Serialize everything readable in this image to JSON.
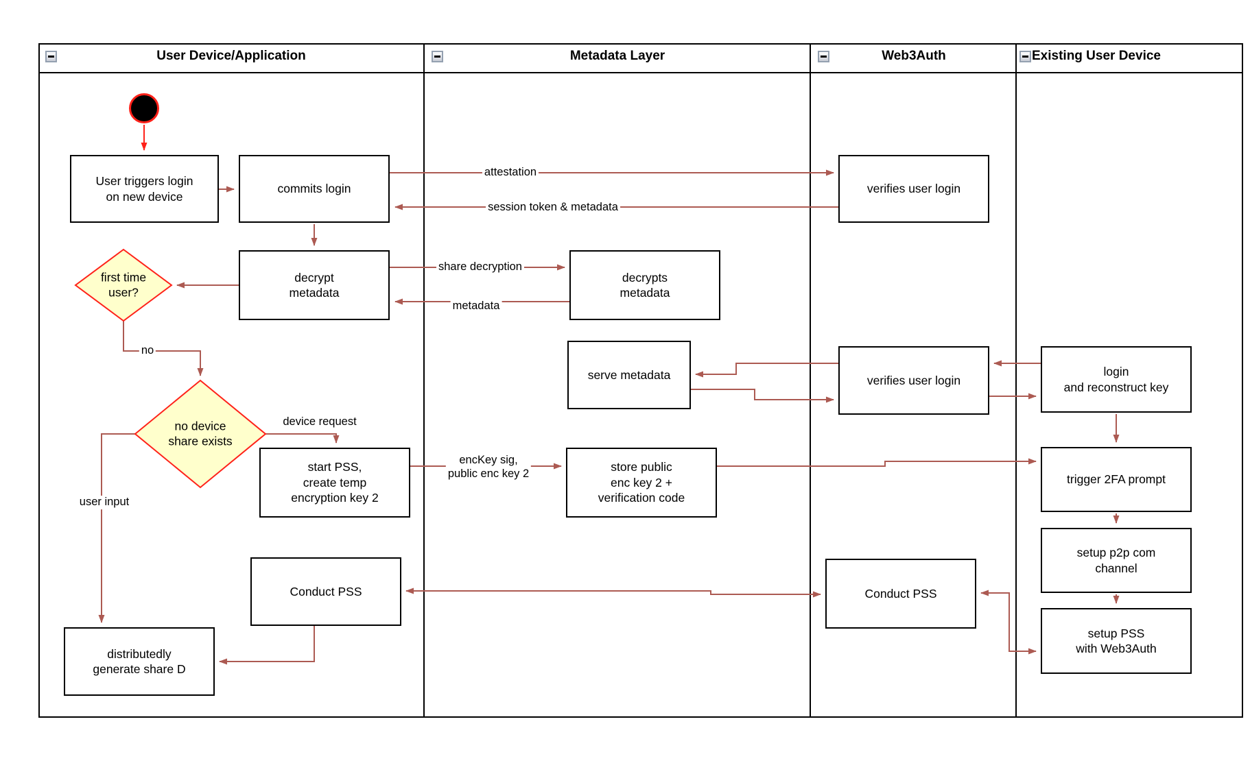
{
  "lanes": [
    {
      "label": "User Device/Application"
    },
    {
      "label": "Metadata Layer"
    },
    {
      "label": "Web3Auth"
    },
    {
      "label": "Existing User Device"
    }
  ],
  "nodes": {
    "user_triggers": {
      "label": "User triggers login\non new device"
    },
    "commits_login": {
      "label": "commits login"
    },
    "verifies_login_top": {
      "label": "verifies user login"
    },
    "decrypt_metadata": {
      "label": "decrypt\nmetadata"
    },
    "decrypts_metadata": {
      "label": "decrypts\nmetadata"
    },
    "first_time_user": {
      "label": "first time\nuser?"
    },
    "serve_metadata": {
      "label": "serve metadata"
    },
    "verifies_login_mid": {
      "label": "verifies user login"
    },
    "login_reconstruct": {
      "label": "login\nand reconstruct key"
    },
    "no_device_share": {
      "label": "no device\nshare exists"
    },
    "start_pss": {
      "label": "start PSS,\ncreate temp\nencryption key 2"
    },
    "store_public": {
      "label": "store public\nenc key 2 +\nverification code"
    },
    "trigger_2fa": {
      "label": "trigger 2FA prompt"
    },
    "setup_p2p": {
      "label": "setup p2p com\nchannel"
    },
    "setup_pss": {
      "label": "setup PSS\nwith Web3Auth"
    },
    "conduct_pss_left": {
      "label": "Conduct PSS"
    },
    "conduct_pss_right": {
      "label": "Conduct PSS"
    },
    "generate_share": {
      "label": "distributedly\ngenerate share D"
    }
  },
  "edge_labels": {
    "attestation": "attestation",
    "session_token": "session token & metadata",
    "share_decryption": "share decryption",
    "metadata": "metadata",
    "no": "no",
    "device_request": "device request",
    "enckey": "encKey sig,\npublic enc key 2",
    "user_input": "user input"
  },
  "colors": {
    "flow_arrow": "#AC5A52",
    "accent_red": "#FF2119",
    "diamond_fill": "#FFFFCC",
    "node_border": "#000000",
    "background": "#FFFFFF"
  }
}
